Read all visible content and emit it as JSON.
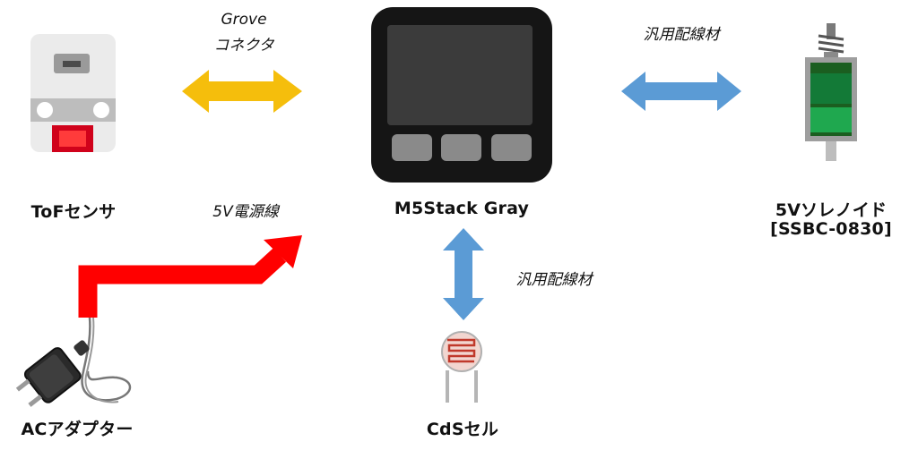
{
  "labels": {
    "tof_sensor": "ToFセンサ",
    "m5stack": "M5Stack Gray",
    "solenoid_line1": "5Vソレノイド",
    "solenoid_line2": "[SSBC-0830]",
    "ac_adapter": "ACアダプター",
    "cds_cell": "CdSセル"
  },
  "connections": {
    "grove_line1": "Grove",
    "grove_line2": "コネクタ",
    "wire_top": "汎用配線材",
    "wire_bottom": "汎用配線材",
    "power_line": "5V電源線"
  },
  "colors": {
    "grove_arrow": "#F5BE0C",
    "wire_arrow": "#5B9BD5",
    "power_arrow": "#FF0000",
    "m5_body": "#151515",
    "m5_screen": "#3B3B3B",
    "m5_button": "#8A8A8A",
    "solenoid_green": "#1FA84F"
  }
}
